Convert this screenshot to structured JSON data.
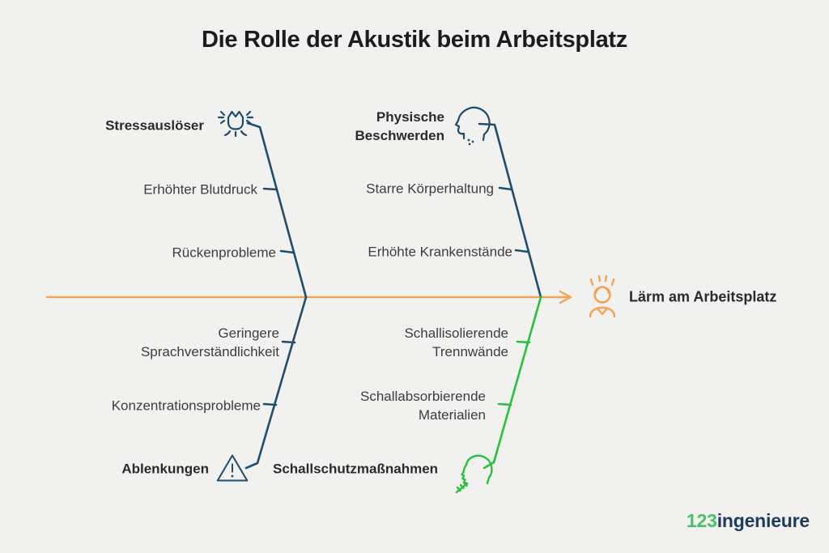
{
  "title": "Die Rolle der Akustik beim Arbeitsplatz",
  "effect": {
    "label": "Lärm am Arbeitsplatz"
  },
  "branches": {
    "stress": {
      "label": "Stressauslöser",
      "items": [
        "Erhöhter Blutdruck",
        "Rückenprobleme"
      ]
    },
    "physical": {
      "label": "Physische Beschwerden",
      "items": [
        "Starre Körperhaltung",
        "Erhöhte Krankenstände"
      ]
    },
    "distraction": {
      "label": "Ablenkungen",
      "items": [
        "Geringere Sprachverständlichkeit",
        "Konzentrationsprobleme"
      ]
    },
    "protection": {
      "label": "Schallschutzmaßnahmen",
      "items": [
        "Schallisolierende Trennwände",
        "Schallabsorbierende Materialien"
      ]
    }
  },
  "logo": {
    "number": "123",
    "name": "ingenieure"
  },
  "icons": {
    "stress": "angry-face-icon",
    "physical": "coughing-head-icon",
    "distraction": "warning-triangle-icon",
    "protection": "quiet-shh-icon",
    "effect": "stressed-person-icon"
  },
  "colors": {
    "background": "#f1f1ef",
    "spine_orange": "#f2a353",
    "branch_navy": "#204d6b",
    "solution_green": "#27c13d",
    "title_text": "#1c1c1c",
    "item_text": "#3d3d3d",
    "logo_green": "#4cbf6b",
    "logo_navy": "#1d3b5e"
  }
}
